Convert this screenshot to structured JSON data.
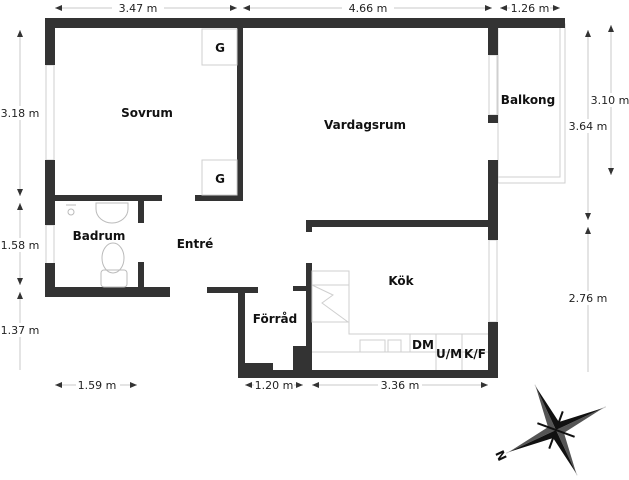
{
  "rooms": {
    "sovrum": "Sovrum",
    "vardagsrum": "Vardagsrum",
    "balkong": "Balkong",
    "badrum": "Badrum",
    "entre": "Entré",
    "kok": "Kök",
    "forrad": "Förråd"
  },
  "fixtures": {
    "wardrobe_1": "G",
    "wardrobe_2": "G",
    "dishwasher": "DM",
    "oven_microwave": "U/M",
    "fridge_freezer": "K/F"
  },
  "dimensions": {
    "top_sovrum": "3.47 m",
    "top_vardagsrum": "4.66 m",
    "top_balkong": "1.26 m",
    "left_sovrum": "3.18 m",
    "left_badrum": "1.58 m",
    "left_lower": "1.37 m",
    "bottom_badrum": "1.59 m",
    "bottom_forrad": "1.20 m",
    "bottom_kok": "3.36 m",
    "right_balkong": "3.10 m",
    "right_vardagsrum": "3.64 m",
    "right_kok": "2.76 m"
  },
  "compass": {
    "north_label": "N"
  }
}
